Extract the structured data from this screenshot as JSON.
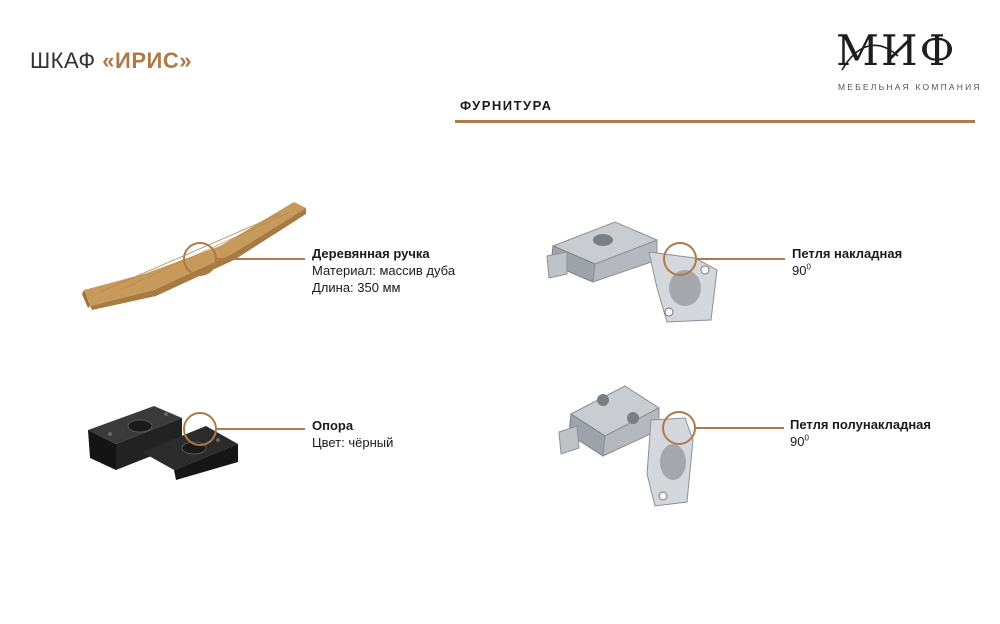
{
  "header": {
    "title_prefix": "ШКАФ",
    "title_accent": "«ИРИС»",
    "section": "ФУРНИТУРА"
  },
  "logo": {
    "mark": "МИФ",
    "subtitle": "МЕБЕЛЬНАЯ КОМПАНИЯ"
  },
  "colors": {
    "accent": "#b0794a",
    "text": "#1a1a1a"
  },
  "items": [
    {
      "name": "Деревянная ручка",
      "lines": [
        "Материал: массив дуба",
        "Длина: 350 мм"
      ]
    },
    {
      "name": "Опора",
      "lines": [
        "Цвет: чёрный"
      ]
    },
    {
      "name": "Петля накладная",
      "angle": "90",
      "angle_sup": "0"
    },
    {
      "name": "Петля полунакладная",
      "angle": "90",
      "angle_sup": "0"
    }
  ]
}
